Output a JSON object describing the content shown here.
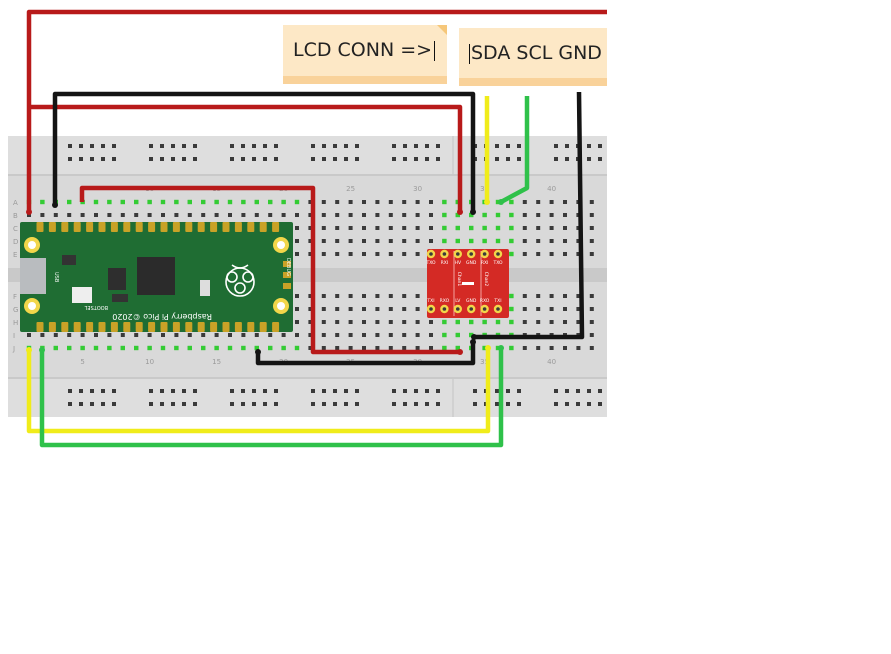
{
  "notes": {
    "lcd": "LCD CONN =>",
    "pins": "SDA SCL GND"
  },
  "breadboard": {
    "row_letters": [
      "A",
      "B",
      "C",
      "D",
      "E",
      "F",
      "G",
      "H",
      "I",
      "J"
    ],
    "column_numbers": [
      "1",
      "5",
      "10",
      "15",
      "20",
      "25",
      "30",
      "35",
      "40"
    ]
  },
  "pico": {
    "label": "Raspberry Pi Pico ©2020",
    "bootsel": "BOOTSEL",
    "debug": "DEBUG",
    "usb": "USB"
  },
  "level_shifter": {
    "top_labels": [
      "TXO",
      "RXI",
      "HV",
      "GND",
      "RXI",
      "TXO"
    ],
    "bottom_labels": [
      "TXI",
      "RXO",
      "LV",
      "GND",
      "RXO",
      "TXI"
    ],
    "channels": [
      "Chan1",
      "Chan2"
    ]
  },
  "colors": {
    "wire_red": "#b81a1a",
    "wire_black": "#141414",
    "wire_yellow": "#f0ec1a",
    "wire_green": "#2fc14a",
    "board_green": "#1f6d33",
    "shifter_red": "#d42a25",
    "breadboard": "#d9d9d9"
  }
}
